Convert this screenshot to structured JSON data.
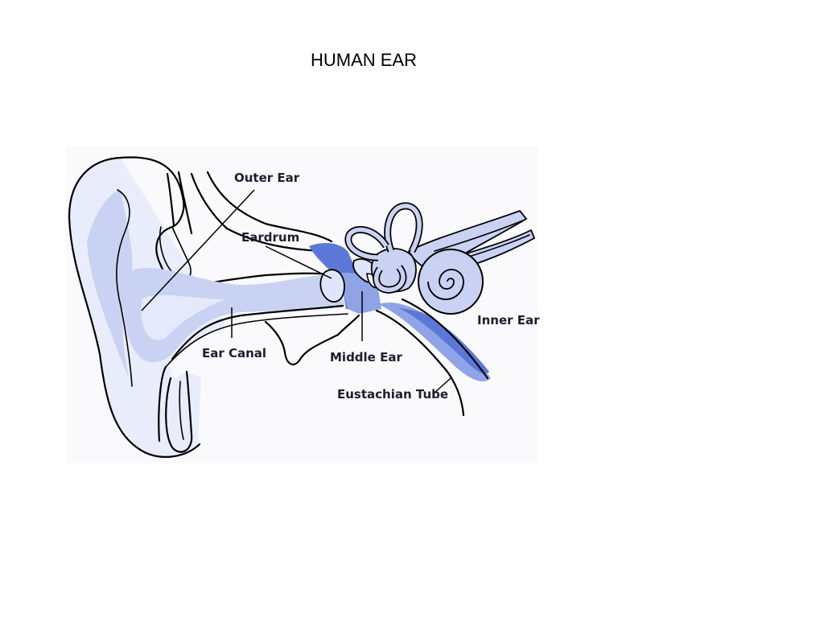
{
  "title": "HUMAN EAR",
  "colors": {
    "light_blue": "#c9d2f2",
    "pale_blue": "#e4e9fb",
    "mid_blue": "#8fa4e6",
    "dark_blue": "#5b78d8",
    "panel": "#fafafc"
  },
  "labels": {
    "outer_ear": "Outer Ear",
    "eardrum": "Eardrum",
    "ear_canal": "Ear Canal",
    "middle_ear": "Middle Ear",
    "inner_ear": "Inner Ear",
    "eustachian_tube": "Eustachian Tube"
  }
}
